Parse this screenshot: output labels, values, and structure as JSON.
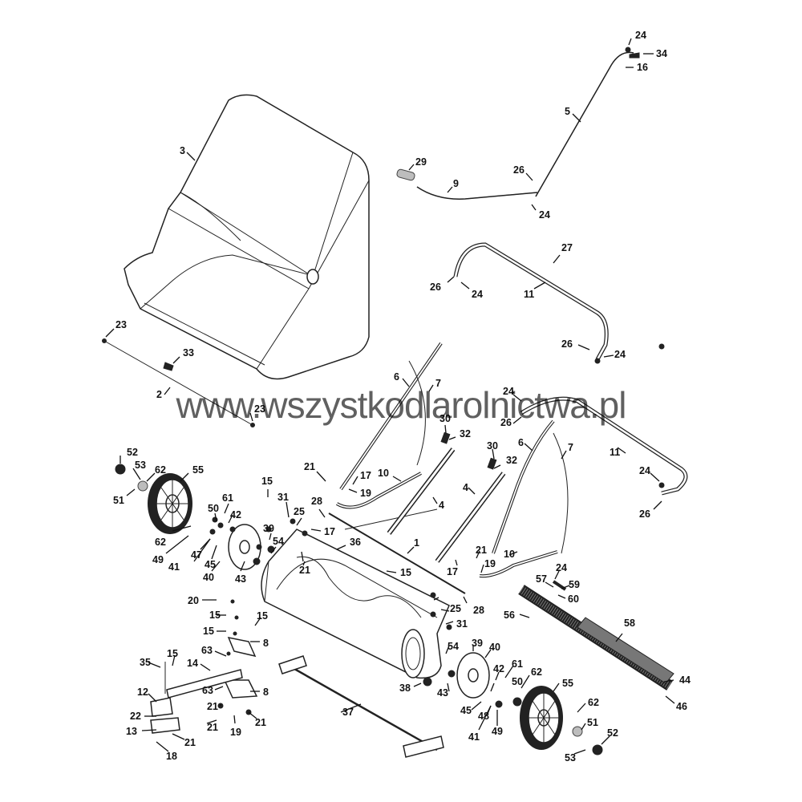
{
  "watermark": "www.wszystkodlarolnictwa.pl",
  "callouts": [
    {
      "text": "24"
    },
    {
      "text": "34"
    },
    {
      "text": "16"
    },
    {
      "text": "5"
    },
    {
      "text": "29"
    },
    {
      "text": "26"
    },
    {
      "text": "9"
    },
    {
      "text": "24"
    },
    {
      "text": "3"
    },
    {
      "text": "27"
    },
    {
      "text": "26"
    },
    {
      "text": "24"
    },
    {
      "text": "11"
    },
    {
      "text": "23"
    },
    {
      "text": "33"
    },
    {
      "text": "26"
    },
    {
      "text": "24"
    },
    {
      "text": "6"
    },
    {
      "text": "7"
    },
    {
      "text": "2"
    },
    {
      "text": "23"
    },
    {
      "text": "24"
    },
    {
      "text": "26"
    },
    {
      "text": "30"
    },
    {
      "text": "32"
    },
    {
      "text": "6"
    },
    {
      "text": "7"
    },
    {
      "text": "11"
    },
    {
      "text": "52"
    },
    {
      "text": "53"
    },
    {
      "text": "62"
    },
    {
      "text": "55"
    },
    {
      "text": "21"
    },
    {
      "text": "17"
    },
    {
      "text": "10"
    },
    {
      "text": "30"
    },
    {
      "text": "32"
    },
    {
      "text": "24"
    },
    {
      "text": "19"
    },
    {
      "text": "4"
    },
    {
      "text": "4"
    },
    {
      "text": "26"
    },
    {
      "text": "51"
    },
    {
      "text": "15"
    },
    {
      "text": "31"
    },
    {
      "text": "28"
    },
    {
      "text": "61"
    },
    {
      "text": "50"
    },
    {
      "text": "42"
    },
    {
      "text": "25"
    },
    {
      "text": "17"
    },
    {
      "text": "62"
    },
    {
      "text": "39"
    },
    {
      "text": "36"
    },
    {
      "text": "1"
    },
    {
      "text": "21"
    },
    {
      "text": "10"
    },
    {
      "text": "54"
    },
    {
      "text": "49"
    },
    {
      "text": "47"
    },
    {
      "text": "41"
    },
    {
      "text": "45"
    },
    {
      "text": "40"
    },
    {
      "text": "43"
    },
    {
      "text": "21"
    },
    {
      "text": "15"
    },
    {
      "text": "17"
    },
    {
      "text": "19"
    },
    {
      "text": "24"
    },
    {
      "text": "57"
    },
    {
      "text": "59"
    },
    {
      "text": "60"
    },
    {
      "text": "20"
    },
    {
      "text": "25"
    },
    {
      "text": "28"
    },
    {
      "text": "56"
    },
    {
      "text": "15"
    },
    {
      "text": "15"
    },
    {
      "text": "31"
    },
    {
      "text": "15"
    },
    {
      "text": "58"
    },
    {
      "text": "8"
    },
    {
      "text": "54"
    },
    {
      "text": "39"
    },
    {
      "text": "40"
    },
    {
      "text": "63"
    },
    {
      "text": "15"
    },
    {
      "text": "14"
    },
    {
      "text": "35"
    },
    {
      "text": "42"
    },
    {
      "text": "61"
    },
    {
      "text": "62"
    },
    {
      "text": "50"
    },
    {
      "text": "55"
    },
    {
      "text": "63"
    },
    {
      "text": "38"
    },
    {
      "text": "43"
    },
    {
      "text": "44"
    },
    {
      "text": "12"
    },
    {
      "text": "8"
    },
    {
      "text": "46"
    },
    {
      "text": "21"
    },
    {
      "text": "45"
    },
    {
      "text": "48"
    },
    {
      "text": "62"
    },
    {
      "text": "22"
    },
    {
      "text": "37"
    },
    {
      "text": "21"
    },
    {
      "text": "19"
    },
    {
      "text": "21"
    },
    {
      "text": "51"
    },
    {
      "text": "13"
    },
    {
      "text": "41"
    },
    {
      "text": "49"
    },
    {
      "text": "21"
    },
    {
      "text": "52"
    },
    {
      "text": "18"
    },
    {
      "text": "53"
    }
  ]
}
